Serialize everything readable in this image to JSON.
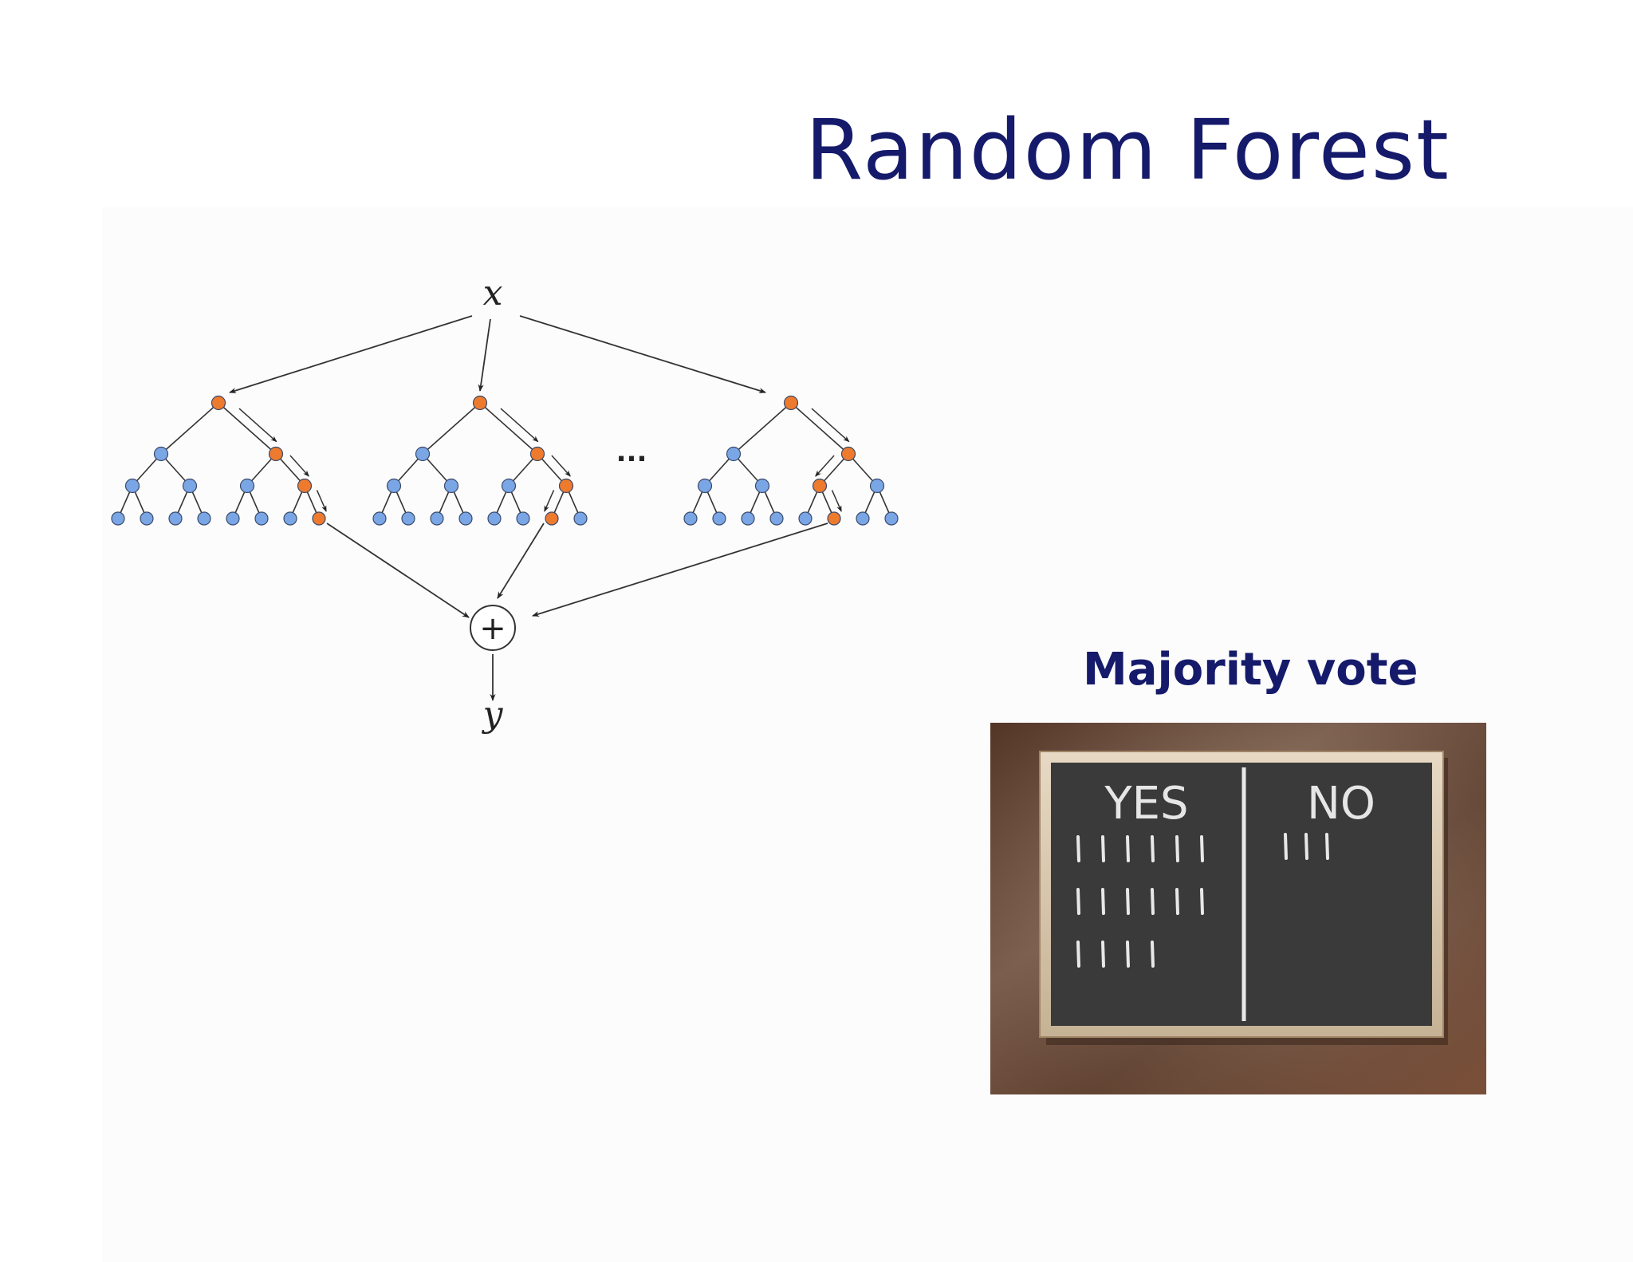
{
  "slide": {
    "title": "Random Forest"
  },
  "diagram": {
    "input_label": "x",
    "output_label": "y",
    "combine_symbol": "+",
    "ellipsis": "...",
    "colors": {
      "node_default": "#7aa6e6",
      "node_path": "#ee7a2e",
      "node_stroke": "#3a4a6a",
      "edge": "#333333"
    }
  },
  "vote": {
    "title": "Majority vote",
    "board": {
      "yes_label": "YES",
      "no_label": "NO",
      "yes_tallies": 16,
      "no_tallies": 3
    }
  }
}
